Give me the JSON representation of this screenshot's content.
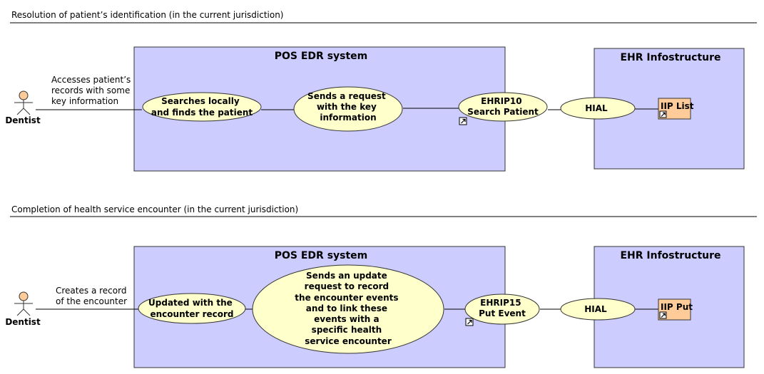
{
  "colors": {
    "system_fill": "#ccccff",
    "usecase_fill": "#ffffcc",
    "iip_fill": "#ffcc99",
    "actor_head": "#ffcc99"
  },
  "section1": {
    "title": "Resolution of patient’s identification (in the current jurisdiction)",
    "actor": "Dentist",
    "association": [
      "Accesses patient’s",
      "records with some",
      "key information"
    ],
    "system_title": "POS EDR system",
    "ehr_title": "EHR Infostructure",
    "uc_local": [
      "Searches locally",
      "and finds the patient"
    ],
    "uc_request": [
      "Sends a request",
      "with the key",
      "information"
    ],
    "uc_ehrip": [
      "EHRIP10",
      "Search Patient"
    ],
    "uc_hial": "HIAL",
    "iip": "IIP List"
  },
  "section2": {
    "title": "Completion of health service encounter (in the current jurisdiction)",
    "actor": "Dentist",
    "association": [
      "Creates a record",
      "of the encounter"
    ],
    "system_title": "POS EDR system",
    "ehr_title": "EHR Infostructure",
    "uc_local": [
      "Updated with the",
      "encounter record"
    ],
    "uc_request": [
      "Sends an update",
      "request to record",
      "the encounter events",
      "and to link these",
      "events with a",
      "specific health",
      "service encounter"
    ],
    "uc_ehrip": [
      "EHRIP15",
      "Put Event"
    ],
    "uc_hial": "HIAL",
    "iip": "IIP Put"
  }
}
